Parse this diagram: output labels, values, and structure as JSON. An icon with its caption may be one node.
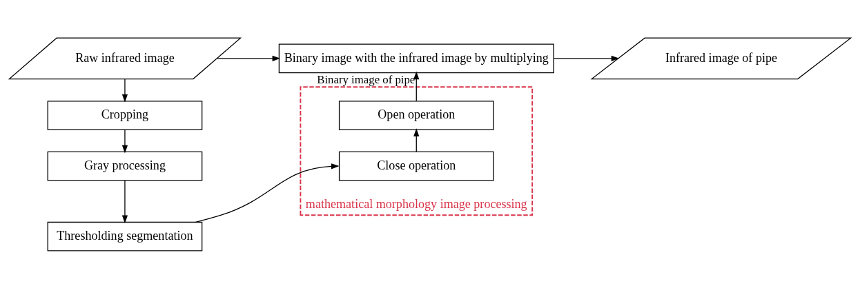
{
  "diagram": {
    "nodes": [
      {
        "text": [
          "Raw infrared image"
        ]
      },
      {
        "text": [
          "Binary image with the infrared image by multiplying"
        ]
      },
      {
        "text": [
          "Infrared image of pipe"
        ]
      },
      {
        "text": [
          "Cropping"
        ]
      },
      {
        "text": [
          "Gray processing"
        ]
      },
      {
        "text": [
          "Thresholding segmentation"
        ]
      },
      {
        "text": [
          "mathematical morphology image processing"
        ]
      },
      {
        "text": [
          "Open operation"
        ],
        "in": 6
      },
      {
        "text": [
          "Close operation"
        ],
        "in": 6
      }
    ],
    "edges": [
      {
        "from": 0,
        "to": 1,
        "arrow": "to"
      },
      {
        "from": 1,
        "to": 2,
        "arrow": "to"
      },
      {
        "from": 0,
        "to": 3,
        "arrow": "to"
      },
      {
        "from": 3,
        "to": 4,
        "arrow": "to"
      },
      {
        "from": 4,
        "to": 5,
        "arrow": "to"
      },
      {
        "from": 5,
        "to": 8,
        "arrow": "to"
      },
      {
        "from": 8,
        "to": 7,
        "arrow": "to"
      },
      {
        "from": 7,
        "to": 1,
        "arrow": "to",
        "label": "Binary image of pipe"
      }
    ]
  }
}
